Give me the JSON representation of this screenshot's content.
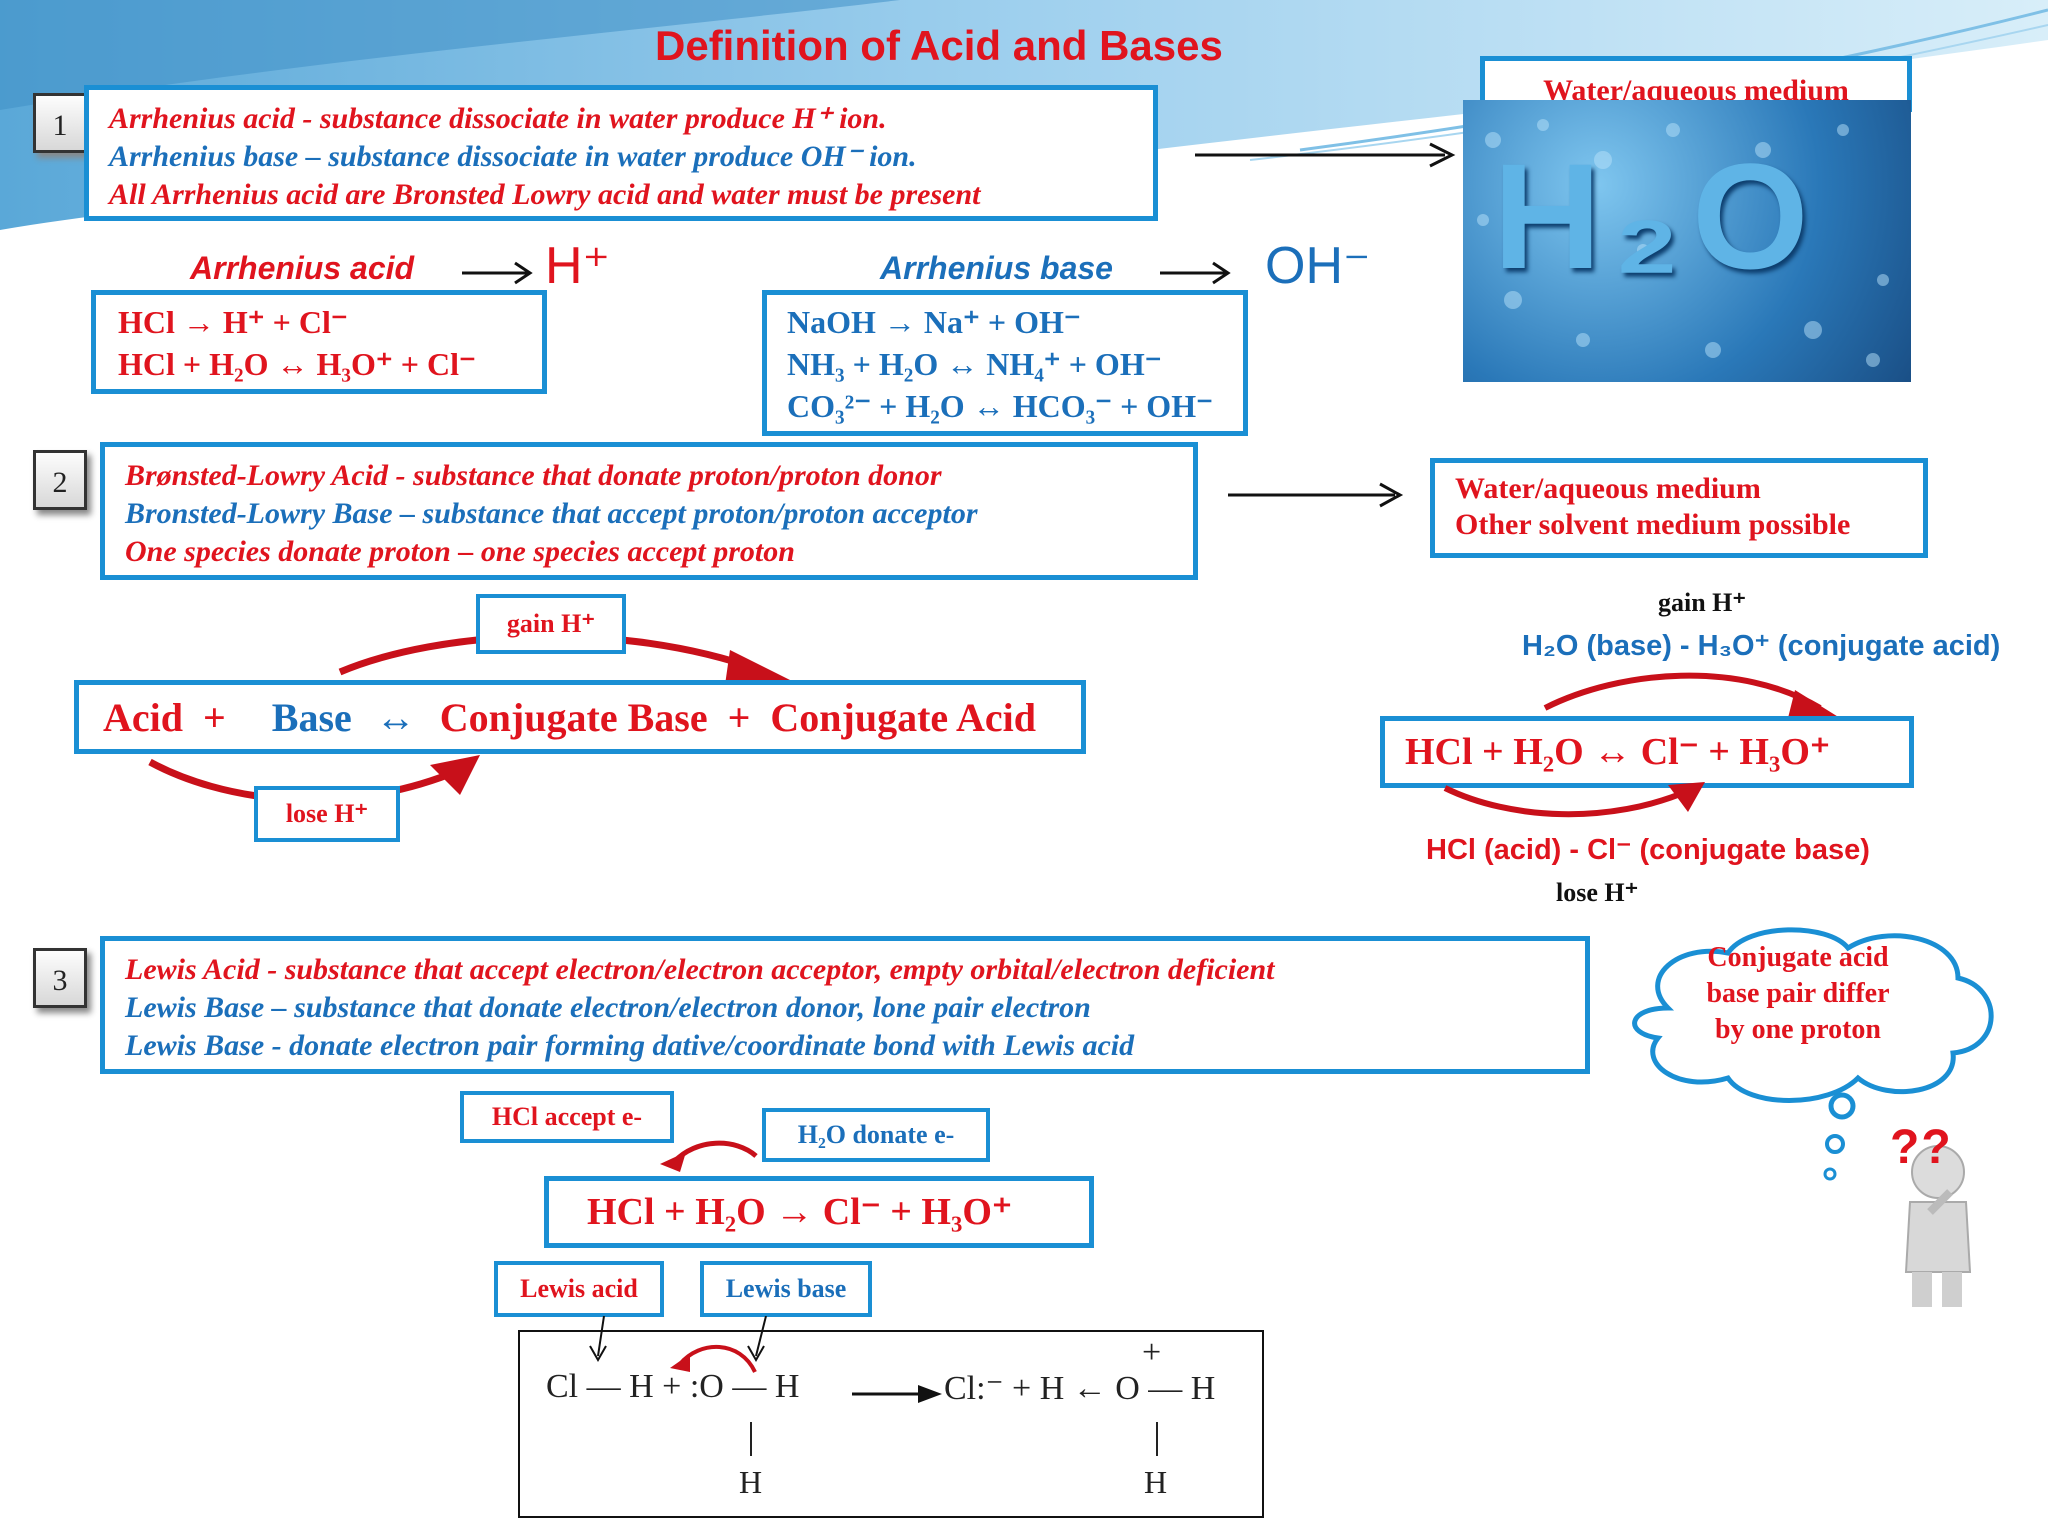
{
  "title": "Definition of Acid and Bases",
  "section_numbers": [
    "1",
    "2",
    "3"
  ],
  "s1": {
    "lines": [
      "Arrhenius acid -  substance dissociate in water produce H⁺ ion.",
      "Arrhenius base – substance dissociate in water produce OH⁻ ion.",
      "All Arrhenius acid are Bronsted Lowry acid and water must be present"
    ],
    "water_label": "Water/aqueous medium",
    "acid_heading": "Arrhenius acid",
    "acid_ion": "H⁺",
    "base_heading": "Arrhenius base",
    "base_ion": "OH⁻",
    "acid_equations": [
      "HCl →  H⁺ + Cl⁻",
      "HCl  +  H₂O ↔ H₃O⁺  + Cl⁻"
    ],
    "base_equations": [
      "NaOH →  Na⁺ + OH⁻",
      "NH₃  +  H₂O ↔  NH₄⁺  + OH⁻",
      "CO₃²⁻ + H₂O ↔ HCO₃⁻ + OH⁻"
    ]
  },
  "s2": {
    "lines": [
      "Brønsted-Lowry Acid -  substance that donate proton/proton donor",
      "Bronsted-Lowry Base – substance that accept proton/proton acceptor",
      "One species donate proton – one species accept proton"
    ],
    "medium_lines": [
      "Water/aqueous medium",
      "Other solvent medium possible"
    ],
    "gain": "gain H⁺",
    "lose": "lose H⁺",
    "general_eq": {
      "acid": "Acid",
      "plus1": "+",
      "base": "Base",
      "arrow": "↔",
      "conj_base": "Conjugate Base",
      "plus2": "+",
      "conj_acid": "Conjugate Acid"
    },
    "example_gain": "gain H⁺",
    "example_top": "H₂O (base) - H₃O⁺ (conjugate acid)",
    "example_eq": "HCl  +  H₂O ↔ Cl⁻  + H₃O⁺",
    "example_bottom": "HCl (acid) -  Cl⁻ (conjugate base)",
    "example_lose": "lose H⁺"
  },
  "s3": {
    "lines": [
      "Lewis  Acid -  substance that accept electron/electron acceptor, empty orbital/electron deficient",
      "Lewis Base – substance that donate electron/electron donor, lone pair electron",
      "Lewis Base  - donate electron pair forming dative/coordinate bond with Lewis acid"
    ],
    "cloud_lines": [
      "Conjugate acid",
      "base pair differ",
      "by one proton"
    ],
    "hcl_accept": "HCl accept  e-",
    "h2o_donate": "H₂O donate  e-",
    "equation": "HCl  +  H₂O → Cl⁻  + H₃O⁺",
    "lewis_acid": "Lewis acid",
    "lewis_base": "Lewis base",
    "mechanism": {
      "left": "Cl — H  +  :O — H",
      "right": "Cl:⁻  +  H ← O — H",
      "h_left": "H",
      "h_right": "H",
      "plus": "+"
    }
  },
  "picture_text": "H₂O",
  "question_marks": "??",
  "colors": {
    "red": "#e0141e",
    "blue": "#1b6fba",
    "border": "#1a8fd4"
  }
}
